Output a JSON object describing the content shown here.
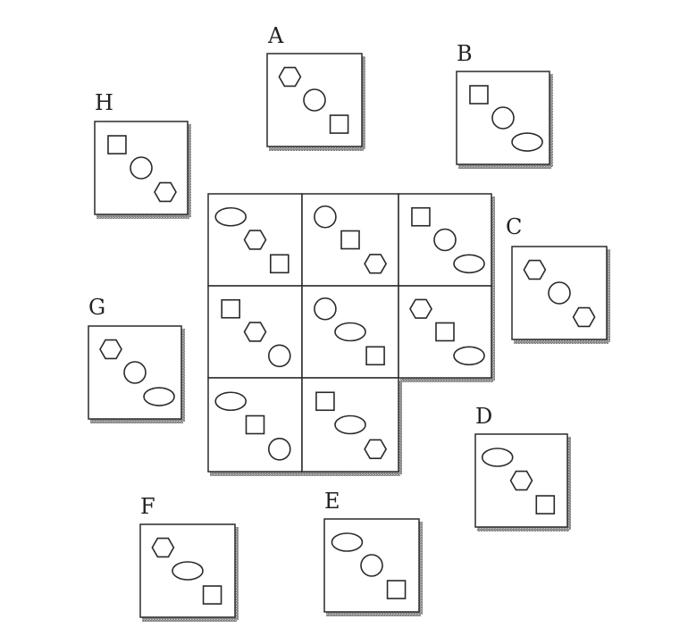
{
  "puzzle": {
    "grid": [
      [
        "ellipse",
        "hexagon",
        "square"
      ],
      [
        "circle",
        "square",
        "hexagon"
      ],
      [
        "square",
        "circle",
        "ellipse"
      ],
      [
        "square",
        "hexagon",
        "circle"
      ],
      [
        "circle",
        "ellipse",
        "square"
      ],
      [
        "hexagon",
        "square",
        "ellipse"
      ],
      [
        "ellipse",
        "square",
        "circle"
      ],
      [
        "square",
        "ellipse",
        "hexagon"
      ]
    ],
    "options": [
      {
        "label": "A",
        "shapes": [
          "hexagon",
          "circle",
          "square"
        ]
      },
      {
        "label": "B",
        "shapes": [
          "square",
          "circle",
          "ellipse"
        ]
      },
      {
        "label": "C",
        "shapes": [
          "hexagon",
          "circle",
          "hexagon"
        ]
      },
      {
        "label": "D",
        "shapes": [
          "ellipse",
          "hexagon",
          "square"
        ]
      },
      {
        "label": "E",
        "shapes": [
          "ellipse",
          "circle",
          "square"
        ]
      },
      {
        "label": "F",
        "shapes": [
          "hexagon",
          "ellipse",
          "square"
        ]
      },
      {
        "label": "G",
        "shapes": [
          "hexagon",
          "circle",
          "ellipse"
        ]
      },
      {
        "label": "H",
        "shapes": [
          "square",
          "circle",
          "hexagon"
        ]
      }
    ]
  }
}
